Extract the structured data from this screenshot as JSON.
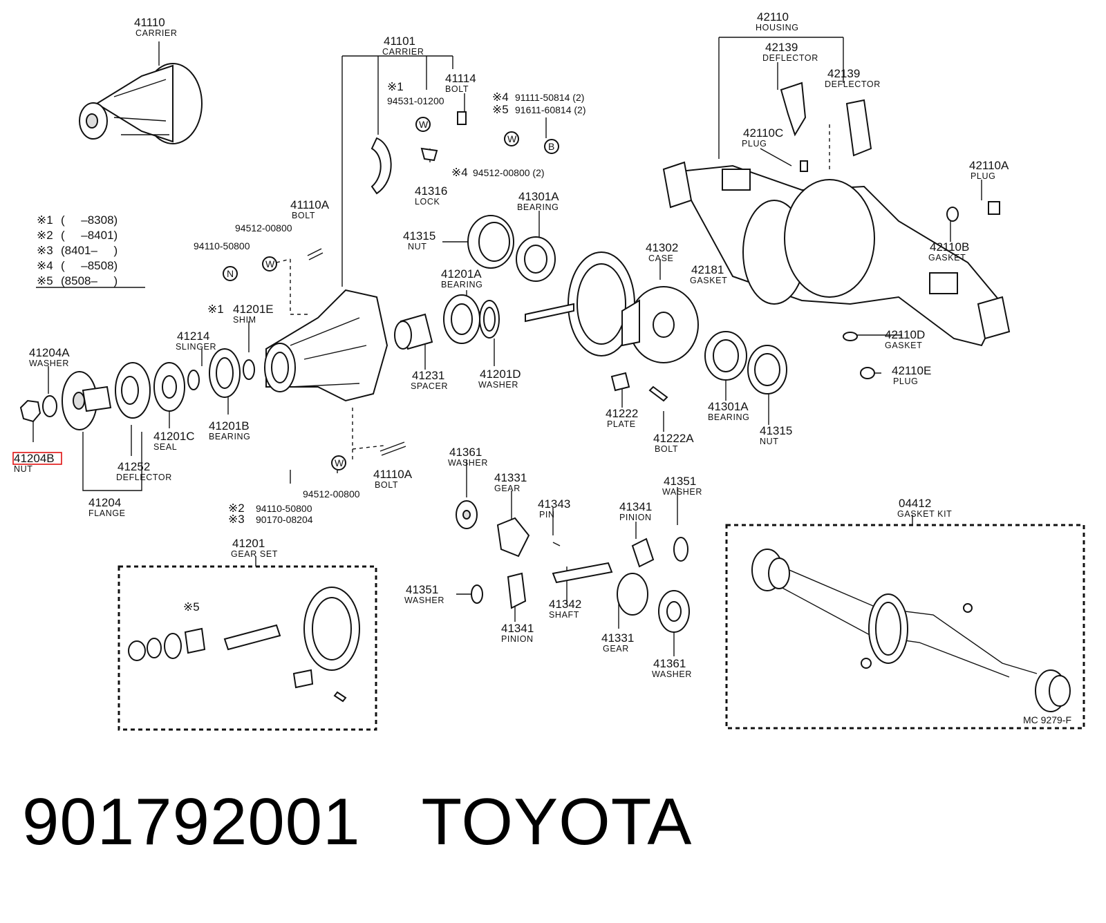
{
  "callouts": [
    {
      "id": "c41110",
      "num": "41110",
      "name": "CARRIER"
    },
    {
      "id": "c41101",
      "num": "41101",
      "name": "CARRIER"
    },
    {
      "id": "c41114",
      "num": "41114",
      "name": "BOLT"
    },
    {
      "id": "c42110",
      "num": "42110",
      "name": "HOUSING"
    },
    {
      "id": "c42139a",
      "num": "42139",
      "name": "DEFLECTOR"
    },
    {
      "id": "c42139b",
      "num": "42139",
      "name": "DEFLECTOR"
    },
    {
      "id": "c42110C",
      "num": "42110C",
      "name": "PLUG"
    },
    {
      "id": "c42110A",
      "num": "42110A",
      "name": "PLUG"
    },
    {
      "id": "c41316",
      "num": "41316",
      "name": "LOCK"
    },
    {
      "id": "c41110Aa",
      "num": "41110A",
      "name": "BOLT"
    },
    {
      "id": "c41301Aa",
      "num": "41301A",
      "name": "BEARING"
    },
    {
      "id": "c41315a",
      "num": "41315",
      "name": "NUT"
    },
    {
      "id": "c42110B",
      "num": "42110B",
      "name": "GASKET"
    },
    {
      "id": "c41302",
      "num": "41302",
      "name": "CASE"
    },
    {
      "id": "c42181",
      "num": "42181",
      "name": "GASKET"
    },
    {
      "id": "c41201A",
      "num": "41201A",
      "name": "BEARING"
    },
    {
      "id": "c41201E",
      "num": "41201E",
      "name": "SHIM"
    },
    {
      "id": "c41214",
      "num": "41214",
      "name": "SLINGER"
    },
    {
      "id": "c41204A",
      "num": "41204A",
      "name": "WASHER"
    },
    {
      "id": "c42110D",
      "num": "42110D",
      "name": "GASKET"
    },
    {
      "id": "c42110E",
      "num": "42110E",
      "name": "PLUG"
    },
    {
      "id": "c41231",
      "num": "41231",
      "name": "SPACER"
    },
    {
      "id": "c41201D",
      "num": "41201D",
      "name": "WASHER"
    },
    {
      "id": "c41201C",
      "num": "41201C",
      "name": "SEAL"
    },
    {
      "id": "c41201B",
      "num": "41201B",
      "name": "BEARING"
    },
    {
      "id": "c41222",
      "num": "41222",
      "name": "PLATE"
    },
    {
      "id": "c41222A",
      "num": "41222A",
      "name": "BOLT"
    },
    {
      "id": "c41301Ab",
      "num": "41301A",
      "name": "BEARING"
    },
    {
      "id": "c41315b",
      "num": "41315",
      "name": "NUT"
    },
    {
      "id": "c41204B",
      "num": "41204B",
      "name": "NUT"
    },
    {
      "id": "c41252",
      "num": "41252",
      "name": "DEFLECTOR"
    },
    {
      "id": "c41361a",
      "num": "41361",
      "name": "WASHER"
    },
    {
      "id": "c41110Ab",
      "num": "41110A",
      "name": "BOLT"
    },
    {
      "id": "c41331a",
      "num": "41331",
      "name": "GEAR"
    },
    {
      "id": "c41351a",
      "num": "41351",
      "name": "WASHER"
    },
    {
      "id": "c41343",
      "num": "41343",
      "name": "PIN"
    },
    {
      "id": "c41204",
      "num": "41204",
      "name": "FLANGE"
    },
    {
      "id": "c41341a",
      "num": "41341",
      "name": "PINION"
    },
    {
      "id": "c04412",
      "num": "04412",
      "name": "GASKET KIT"
    },
    {
      "id": "c41201",
      "num": "41201",
      "name": "GEAR SET"
    },
    {
      "id": "c41351b",
      "num": "41351",
      "name": "WASHER"
    },
    {
      "id": "c41342",
      "num": "41342",
      "name": "SHAFT"
    },
    {
      "id": "c41341b",
      "num": "41341",
      "name": "PINION"
    },
    {
      "id": "c41331b",
      "num": "41331",
      "name": "GEAR"
    },
    {
      "id": "c41361b",
      "num": "41361",
      "name": "WASHER"
    }
  ],
  "part_numbers": {
    "p94531": "94531-01200",
    "p91111": "91111-50814 (2)",
    "p91611": "91611-60814 (2)",
    "p94512b": "94512-00800 (2)",
    "p94512a": "94512-00800",
    "p94110a": "94110-50800",
    "p94512c": "94512-00800",
    "p94110b": "94110-50800",
    "p90170": "90170-08204"
  },
  "notes": {
    "n1": "※1",
    "n4a": "※4",
    "n5a": "※5",
    "n4b": "※4",
    "n1b": "※1",
    "n2b": "※2",
    "n3b": "※3",
    "n5b": "※5"
  },
  "symbols": {
    "sW1": "W",
    "sW2": "W",
    "sB": "B",
    "sN": "N",
    "sW3": "W",
    "sW4": "W"
  },
  "legend": [
    {
      "mark": "※1",
      "range": "(     –8308)"
    },
    {
      "mark": "※2",
      "range": "(     –8401)"
    },
    {
      "mark": "※3",
      "range": "(8401–     )"
    },
    {
      "mark": "※4",
      "range": "(     –8508)"
    },
    {
      "mark": "※5",
      "range": "(8508–     )"
    }
  ],
  "drawing_code": "MC  9279-F",
  "footer": {
    "part_number": "901792001",
    "brand": "TOYOTA"
  },
  "highlight": "41204B"
}
